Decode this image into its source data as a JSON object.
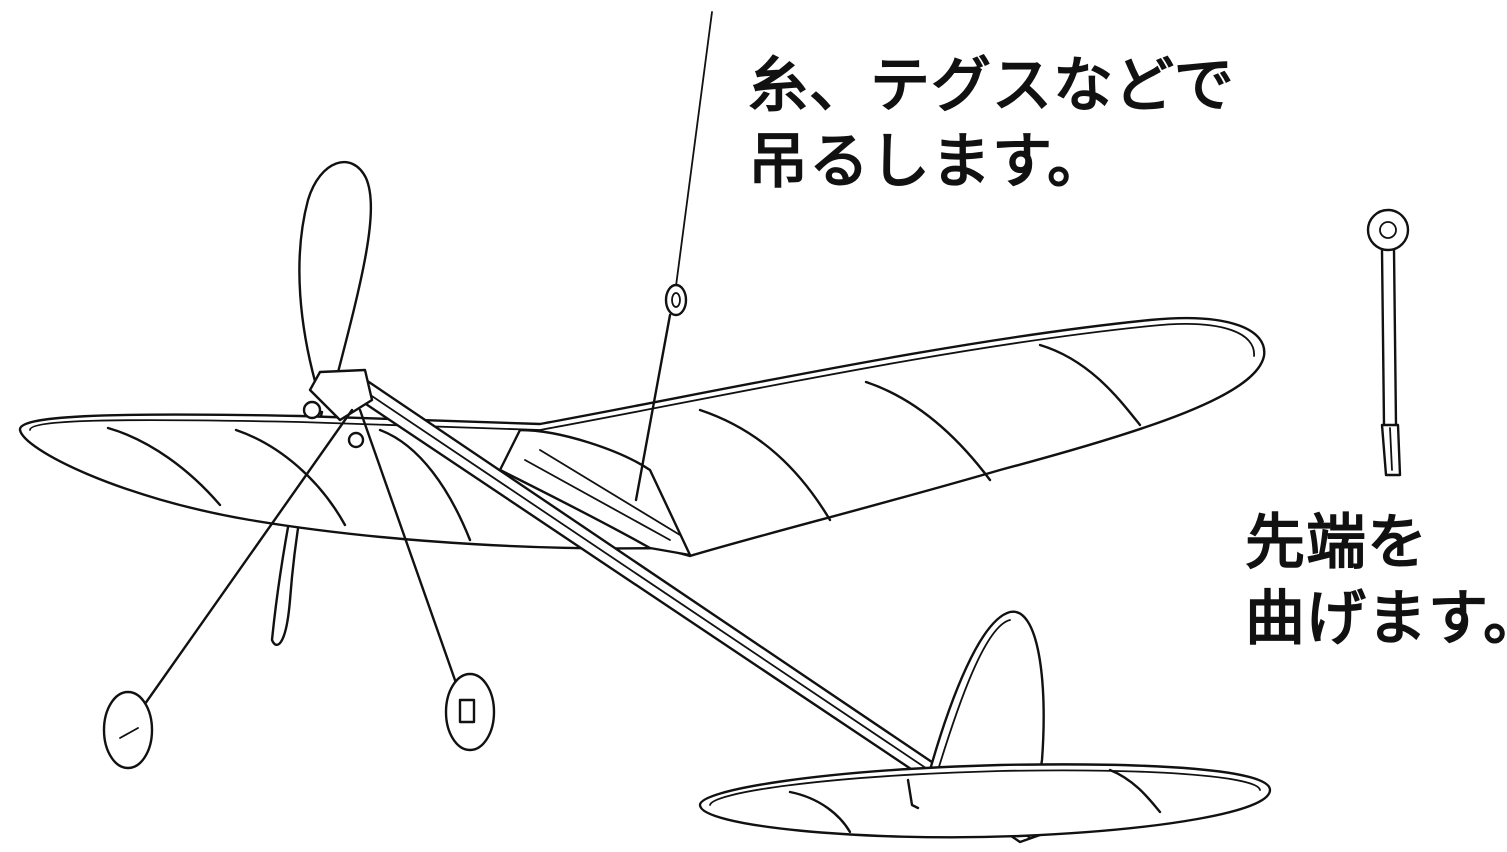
{
  "annotations": {
    "hang_line1": "糸、テグスなどで",
    "hang_line2": "吊るします。",
    "bend_line1": "先端を",
    "bend_line2": "曲げます。"
  }
}
